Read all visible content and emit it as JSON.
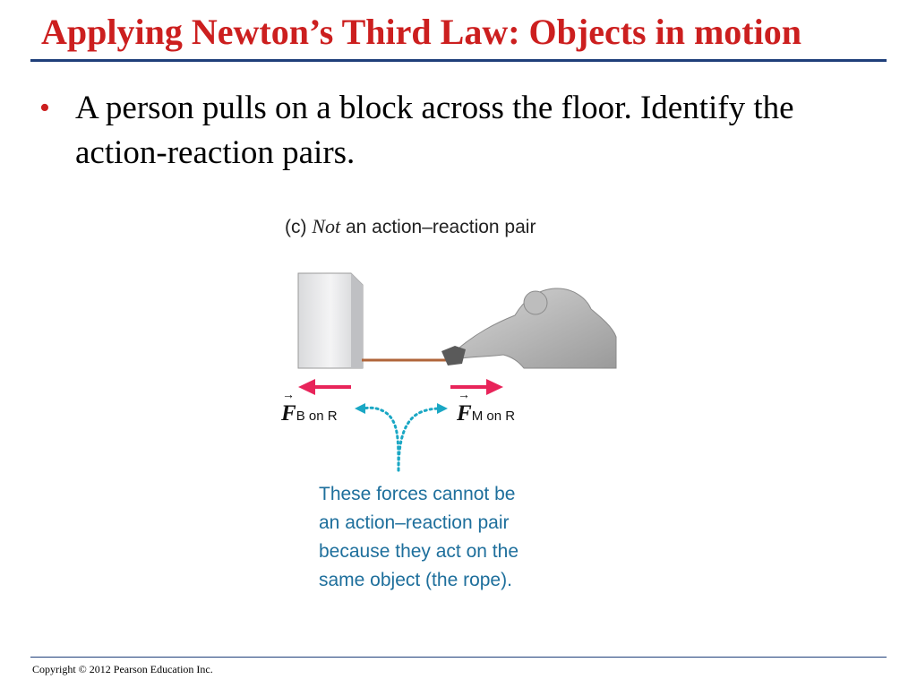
{
  "slide": {
    "title": "Applying Newton’s Third Law: Objects in motion",
    "bullet_marker": "•",
    "bullet_text": "A person pulls on a block across the floor. Identify the action-reaction pairs."
  },
  "figure": {
    "caption_part": "(c)",
    "caption_emph": "Not",
    "caption_rest": " an action–reaction pair",
    "force_left": {
      "symbol": "F",
      "vector_mark": "→",
      "subscript": "B on R"
    },
    "force_right": {
      "symbol": "F",
      "vector_mark": "→",
      "subscript": "M on R"
    },
    "note_lines": [
      "These forces cannot be",
      "an action–reaction pair",
      "because they act on the",
      "same object (the rope)."
    ],
    "colors": {
      "force_arrow": "#e8245a",
      "dotted_arrow": "#1aa7c4",
      "rope": "#b0653a",
      "note_text": "#1e6f9c"
    }
  },
  "footer": {
    "copyright": "Copyright © 2012 Pearson Education Inc."
  }
}
